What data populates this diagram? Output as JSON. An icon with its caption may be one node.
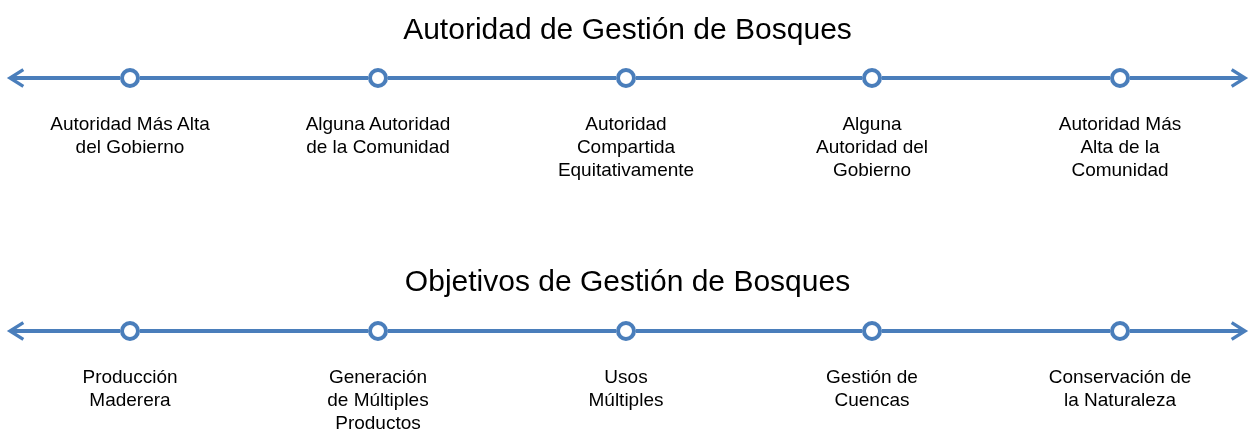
{
  "diagram": {
    "nodes": [
      {
        "text": [],
        "shape": "circle",
        "beside": [
          "Autoridad Más Alta del Gobierno"
        ]
      },
      {
        "text": [],
        "shape": "circle",
        "beside": [
          "Alguna Autoridad de la Comunidad"
        ]
      },
      {
        "text": [],
        "shape": "circle",
        "beside": [
          "Autoridad Compartida Equitativamente"
        ]
      },
      {
        "text": [],
        "shape": "circle",
        "beside": [
          "Alguna Autoridad del Gobierno"
        ]
      },
      {
        "text": [],
        "shape": "circle",
        "beside": [
          "Autoridad Más Alta de la Comunidad"
        ]
      },
      {
        "text": [],
        "shape": "circle",
        "beside": [
          "Producción Maderera"
        ]
      },
      {
        "text": [],
        "shape": "circle",
        "beside": [
          "Generación de Múltiples Productos"
        ]
      },
      {
        "text": [],
        "shape": "circle",
        "beside": [
          "Usos Múltiples"
        ]
      },
      {
        "text": [],
        "shape": "circle",
        "beside": [
          "Gestión de Cuencas"
        ]
      },
      {
        "text": [],
        "shape": "circle",
        "beside": [
          "Conservación de la Naturaleza"
        ]
      }
    ],
    "edges": [
      {
        "from": 0,
        "to": null,
        "arrow": "to"
      },
      {
        "from": 0,
        "to": 1,
        "arrow": "none"
      },
      {
        "from": 1,
        "to": 2,
        "arrow": "none"
      },
      {
        "from": 2,
        "to": 3,
        "arrow": "none"
      },
      {
        "from": 3,
        "to": 4,
        "arrow": "none"
      },
      {
        "from": 4,
        "to": null,
        "arrow": "to"
      },
      {
        "from": 5,
        "to": null,
        "arrow": "to"
      },
      {
        "from": 5,
        "to": 6,
        "arrow": "none"
      },
      {
        "from": 6,
        "to": 7,
        "arrow": "none"
      },
      {
        "from": 7,
        "to": 8,
        "arrow": "none"
      },
      {
        "from": 8,
        "to": 9,
        "arrow": "none"
      },
      {
        "from": 9,
        "to": null,
        "arrow": "to"
      }
    ],
    "labels": [
      "Autoridad de Gestión de Bosques",
      "Objetivos de Gestión de Bosques"
    ]
  }
}
